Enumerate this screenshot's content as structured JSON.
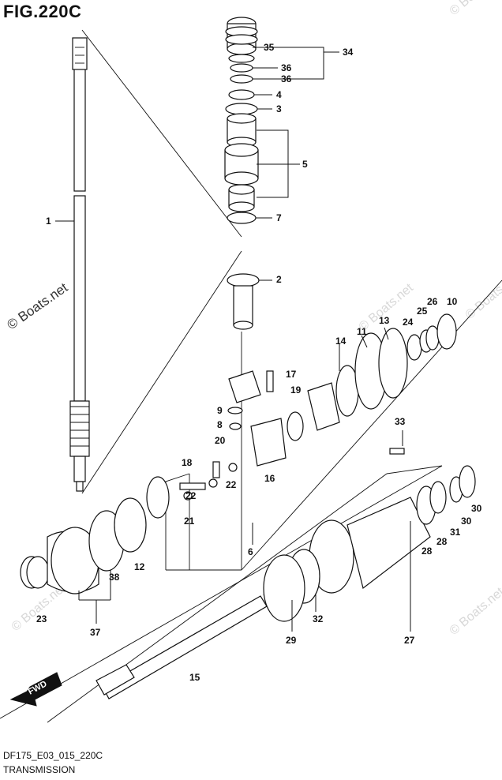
{
  "figure": {
    "title": "FIG.220C",
    "code": "DF175_E03_015_220C",
    "caption": "TRANSMISSION"
  },
  "watermarks": {
    "main": "© Boats.net",
    "faint": "© Boats.net"
  },
  "direction_label": "FWD",
  "callouts": {
    "c1": "1",
    "c2": "2",
    "c3": "3",
    "c4": "4",
    "c5": "5",
    "c6": "6",
    "c7": "7",
    "c8": "8",
    "c9": "9",
    "c10": "10",
    "c11": "11",
    "c12": "12",
    "c13": "13",
    "c14": "14",
    "c15": "15",
    "c16": "16",
    "c17": "17",
    "c18": "18",
    "c19": "19",
    "c20": "20",
    "c21": "21",
    "c22a": "22",
    "c22b": "22",
    "c23": "23",
    "c24": "24",
    "c25": "25",
    "c26": "26",
    "c27": "27",
    "c28a": "28",
    "c28b": "28",
    "c29": "29",
    "c30a": "30",
    "c30b": "30",
    "c31": "31",
    "c32": "32",
    "c33": "33",
    "c34": "34",
    "c35": "35",
    "c36a": "36",
    "c36b": "36",
    "c37": "37",
    "c38": "38"
  }
}
